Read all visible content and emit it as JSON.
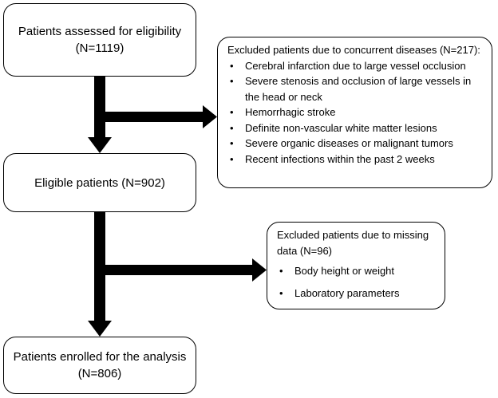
{
  "nodes": {
    "assessed": {
      "line1": "Patients assessed for eligibility",
      "line2": "(N=1119)"
    },
    "eligible": {
      "line1": "Eligible patients (N=902)"
    },
    "enrolled": {
      "line1": "Patients enrolled for the analysis",
      "line2": "(N=806)"
    }
  },
  "exclusions": [
    {
      "title": "Excluded patients due to concurrent diseases (N=217):",
      "items": [
        "Cerebral infarction due to large vessel occlusion",
        "Severe stenosis and occlusion of large vessels in the head or neck",
        "Hemorrhagic stroke",
        "Definite non-vascular white matter lesions",
        "Severe organic diseases or malignant tumors",
        "Recent infections within the past 2 weeks"
      ]
    },
    {
      "title": "Excluded patients due to missing data (N=96)",
      "items": [
        "Body height or weight",
        "Laboratory parameters"
      ]
    }
  ]
}
